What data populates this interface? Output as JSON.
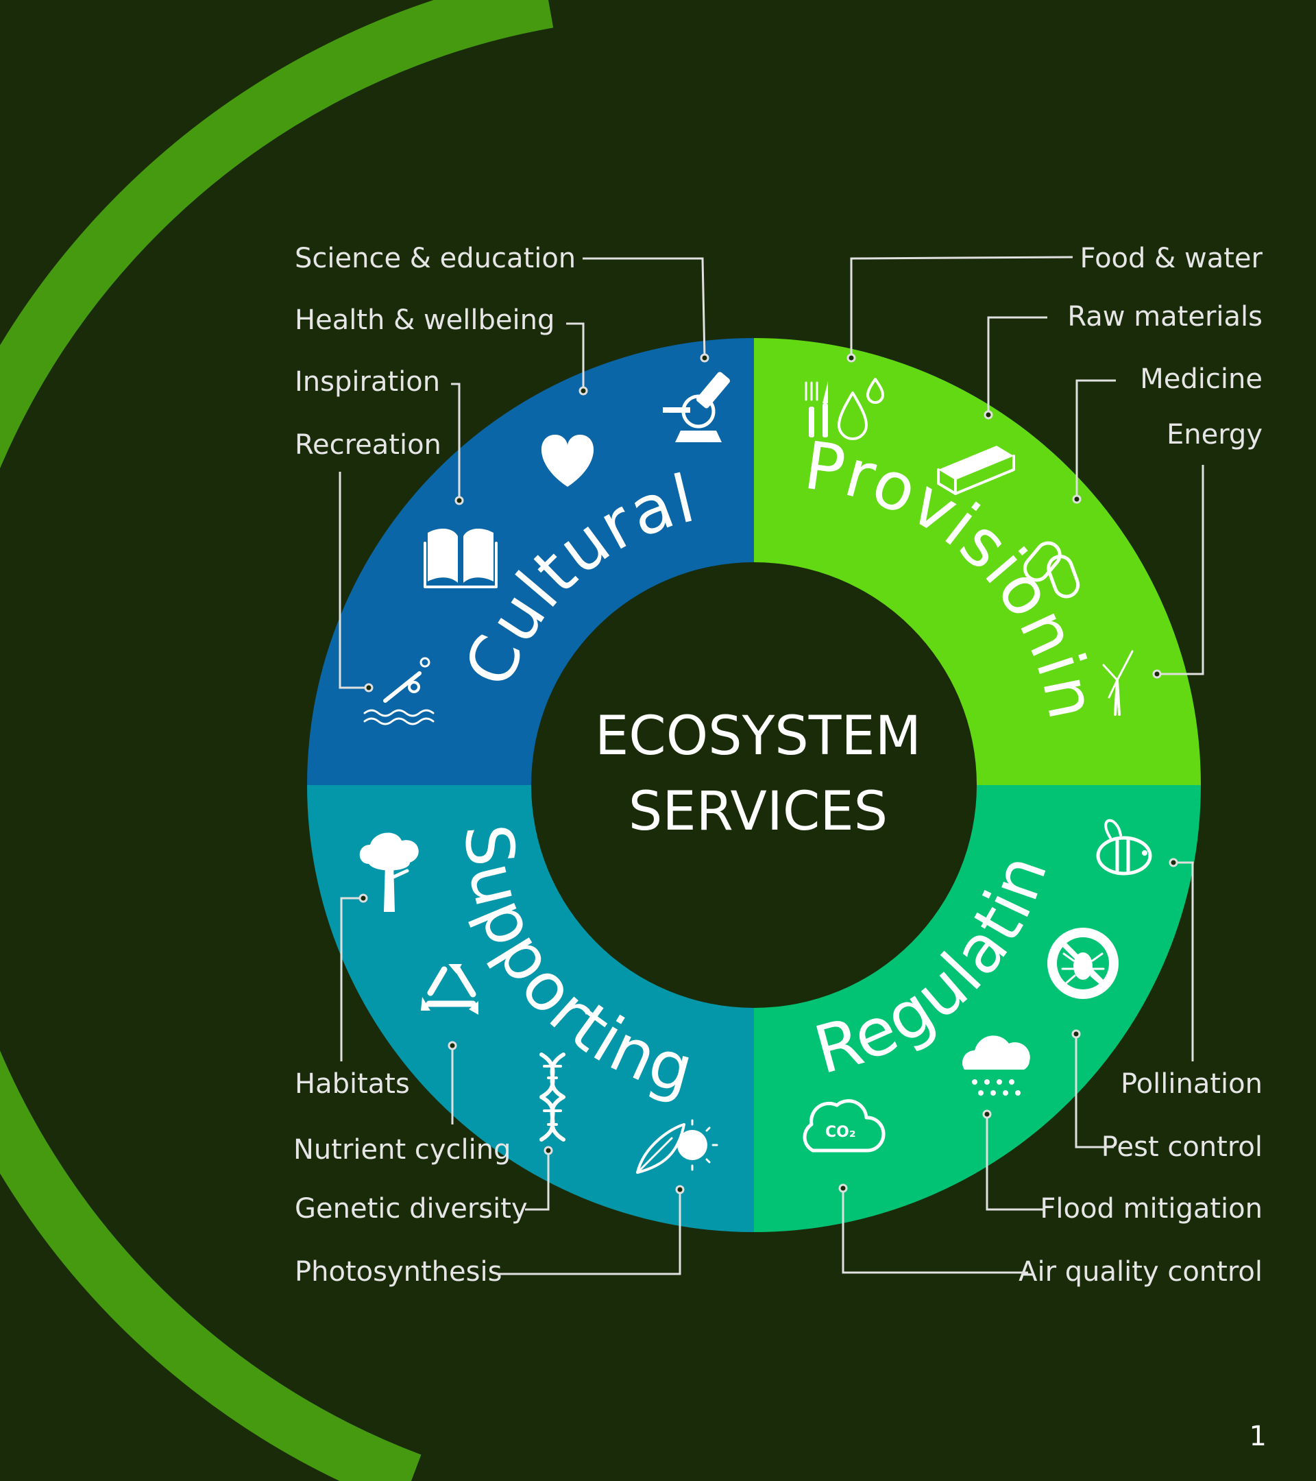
{
  "colors": {
    "background": "#1a2b0a",
    "arc": "#469a10",
    "cultural": "#0a66a6",
    "provisioning": "#63d913",
    "regulating": "#02c374",
    "supporting": "#0497a9",
    "text": "#e6e6e6"
  },
  "center": {
    "line1": "ECOSYSTEM",
    "line2": "SERVICES"
  },
  "sectors": {
    "cultural": {
      "title": "Cultural",
      "items": [
        {
          "label": "Science & education",
          "icon": "microscope-icon"
        },
        {
          "label": "Health & wellbeing",
          "icon": "heart-icon"
        },
        {
          "label": "Inspiration",
          "icon": "book-icon"
        },
        {
          "label": "Recreation",
          "icon": "swimmer-icon"
        }
      ]
    },
    "provisioning": {
      "title": "Provisioning",
      "items": [
        {
          "label": "Food & water",
          "icon": "cutlery-drops-icon"
        },
        {
          "label": "Raw materials",
          "icon": "timber-icon"
        },
        {
          "label": "Medicine",
          "icon": "pills-icon"
        },
        {
          "label": "Energy",
          "icon": "wind-turbine-icon"
        }
      ]
    },
    "regulating": {
      "title": "Regulating",
      "items": [
        {
          "label": "Pollination",
          "icon": "bee-icon"
        },
        {
          "label": "Pest control",
          "icon": "no-bug-icon"
        },
        {
          "label": "Flood mitigation",
          "icon": "rain-cloud-icon"
        },
        {
          "label": "Air quality control",
          "icon": "co2-cloud-icon"
        }
      ]
    },
    "supporting": {
      "title": "Supporting",
      "items": [
        {
          "label": "Habitats",
          "icon": "tree-icon"
        },
        {
          "label": "Nutrient cycling",
          "icon": "recycle-icon"
        },
        {
          "label": "Genetic diversity",
          "icon": "dna-icon"
        },
        {
          "label": "Photosynthesis",
          "icon": "leaf-sun-icon"
        }
      ]
    }
  },
  "page_number": "1"
}
